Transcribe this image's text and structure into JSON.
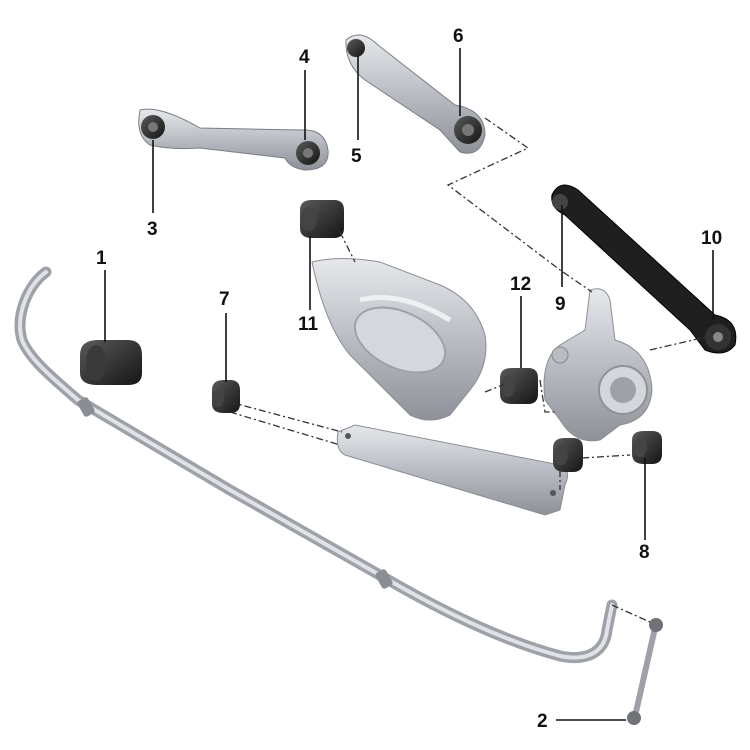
{
  "callouts": [
    {
      "id": "callout-1",
      "label": "1"
    },
    {
      "id": "callout-2",
      "label": "2"
    },
    {
      "id": "callout-3",
      "label": "3"
    },
    {
      "id": "callout-4",
      "label": "4"
    },
    {
      "id": "callout-5",
      "label": "5"
    },
    {
      "id": "callout-6",
      "label": "6"
    },
    {
      "id": "callout-7",
      "label": "7"
    },
    {
      "id": "callout-8",
      "label": "8"
    },
    {
      "id": "callout-9",
      "label": "9"
    },
    {
      "id": "callout-10",
      "label": "10"
    },
    {
      "id": "callout-11",
      "label": "11"
    },
    {
      "id": "callout-12",
      "label": "12"
    }
  ],
  "colors": {
    "arm_light": "#c8ccd2",
    "arm_dark": "#1a1a1a",
    "bushing": "#2a2a2a",
    "line": "#111111"
  }
}
